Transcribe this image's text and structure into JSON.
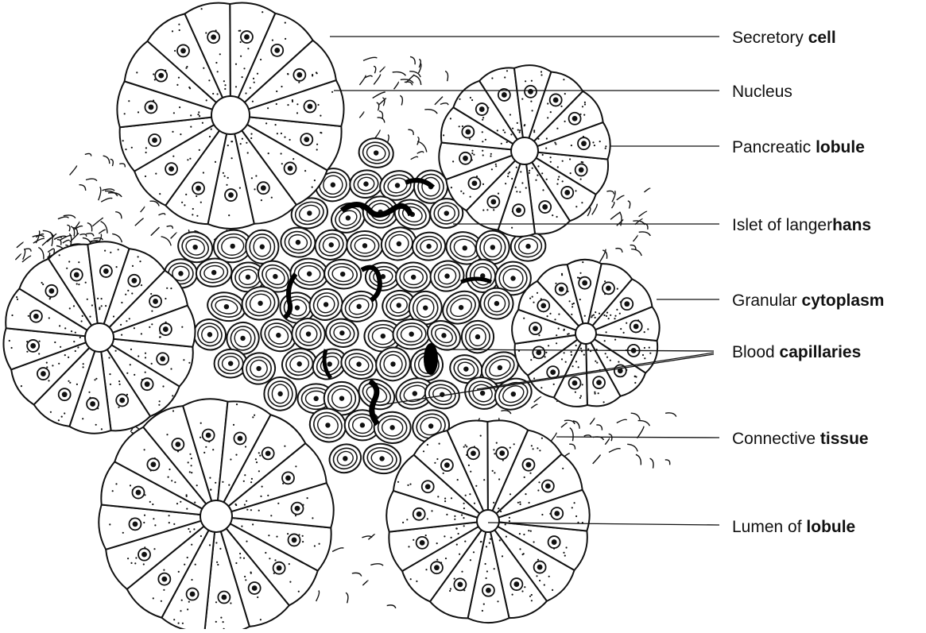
{
  "diagram": {
    "labels": [
      {
        "id": "secretory-cell",
        "regular": "Secretory ",
        "bold": "cell"
      },
      {
        "id": "nucleus",
        "regular": "Nucleus",
        "bold": ""
      },
      {
        "id": "pancreatic-lobule",
        "regular": "Pancreatic ",
        "bold": "lobule"
      },
      {
        "id": "islet-of-langerhans",
        "regular": "Islet of langer",
        "bold": "hans"
      },
      {
        "id": "granular-cytoplasm",
        "regular": "Granular ",
        "bold": "cytoplasm"
      },
      {
        "id": "blood-capillaries",
        "regular": "Blood ",
        "bold": "capillaries"
      },
      {
        "id": "connective-tissue",
        "regular": "Connective ",
        "bold": "tissue"
      },
      {
        "id": "lumen-of-lobule",
        "regular": "Lumen of ",
        "bold": "lobule"
      }
    ]
  }
}
